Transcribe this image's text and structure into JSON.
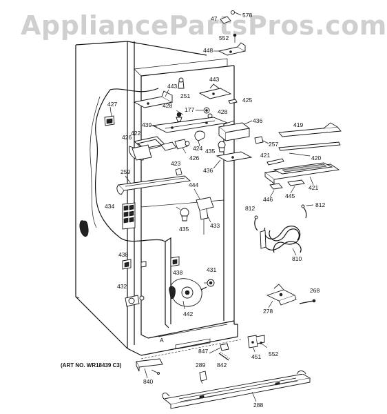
{
  "watermark": "AppliancePartsPros.com",
  "art_number": "(ART NO. WR18439 C3)",
  "part_numbers": {
    "p578": "578",
    "p47": "47",
    "p552_top": "552",
    "p448": "448",
    "p443_left": "443",
    "p251": "251",
    "p443_right": "443",
    "p425": "425",
    "p427": "427",
    "p428_left": "428",
    "p177": "177",
    "p428_right": "428",
    "p439": "439",
    "p436_top": "436",
    "p419": "419",
    "p422": "422",
    "p426_left": "426",
    "p424": "424",
    "p257": "257",
    "p426_right": "426",
    "p435_top": "435",
    "p436_mid": "436",
    "p421_top": "421",
    "p420": "420",
    "p423": "423",
    "p259": "259",
    "p421_mid": "421",
    "p444": "444",
    "p446": "446",
    "p445": "445",
    "p812_left": "812",
    "p812_right": "812",
    "p434": "434",
    "p435_mid": "435",
    "p433": "433",
    "p810": "810",
    "p438_left": "438",
    "p438_mid": "438",
    "p431": "431",
    "p432": "432",
    "p268": "268",
    "p442": "442",
    "p278": "278",
    "p847": "847",
    "p451": "451",
    "p552_bottom": "552",
    "p842": "842",
    "p289": "289",
    "p840": "840",
    "p288": "288"
  }
}
